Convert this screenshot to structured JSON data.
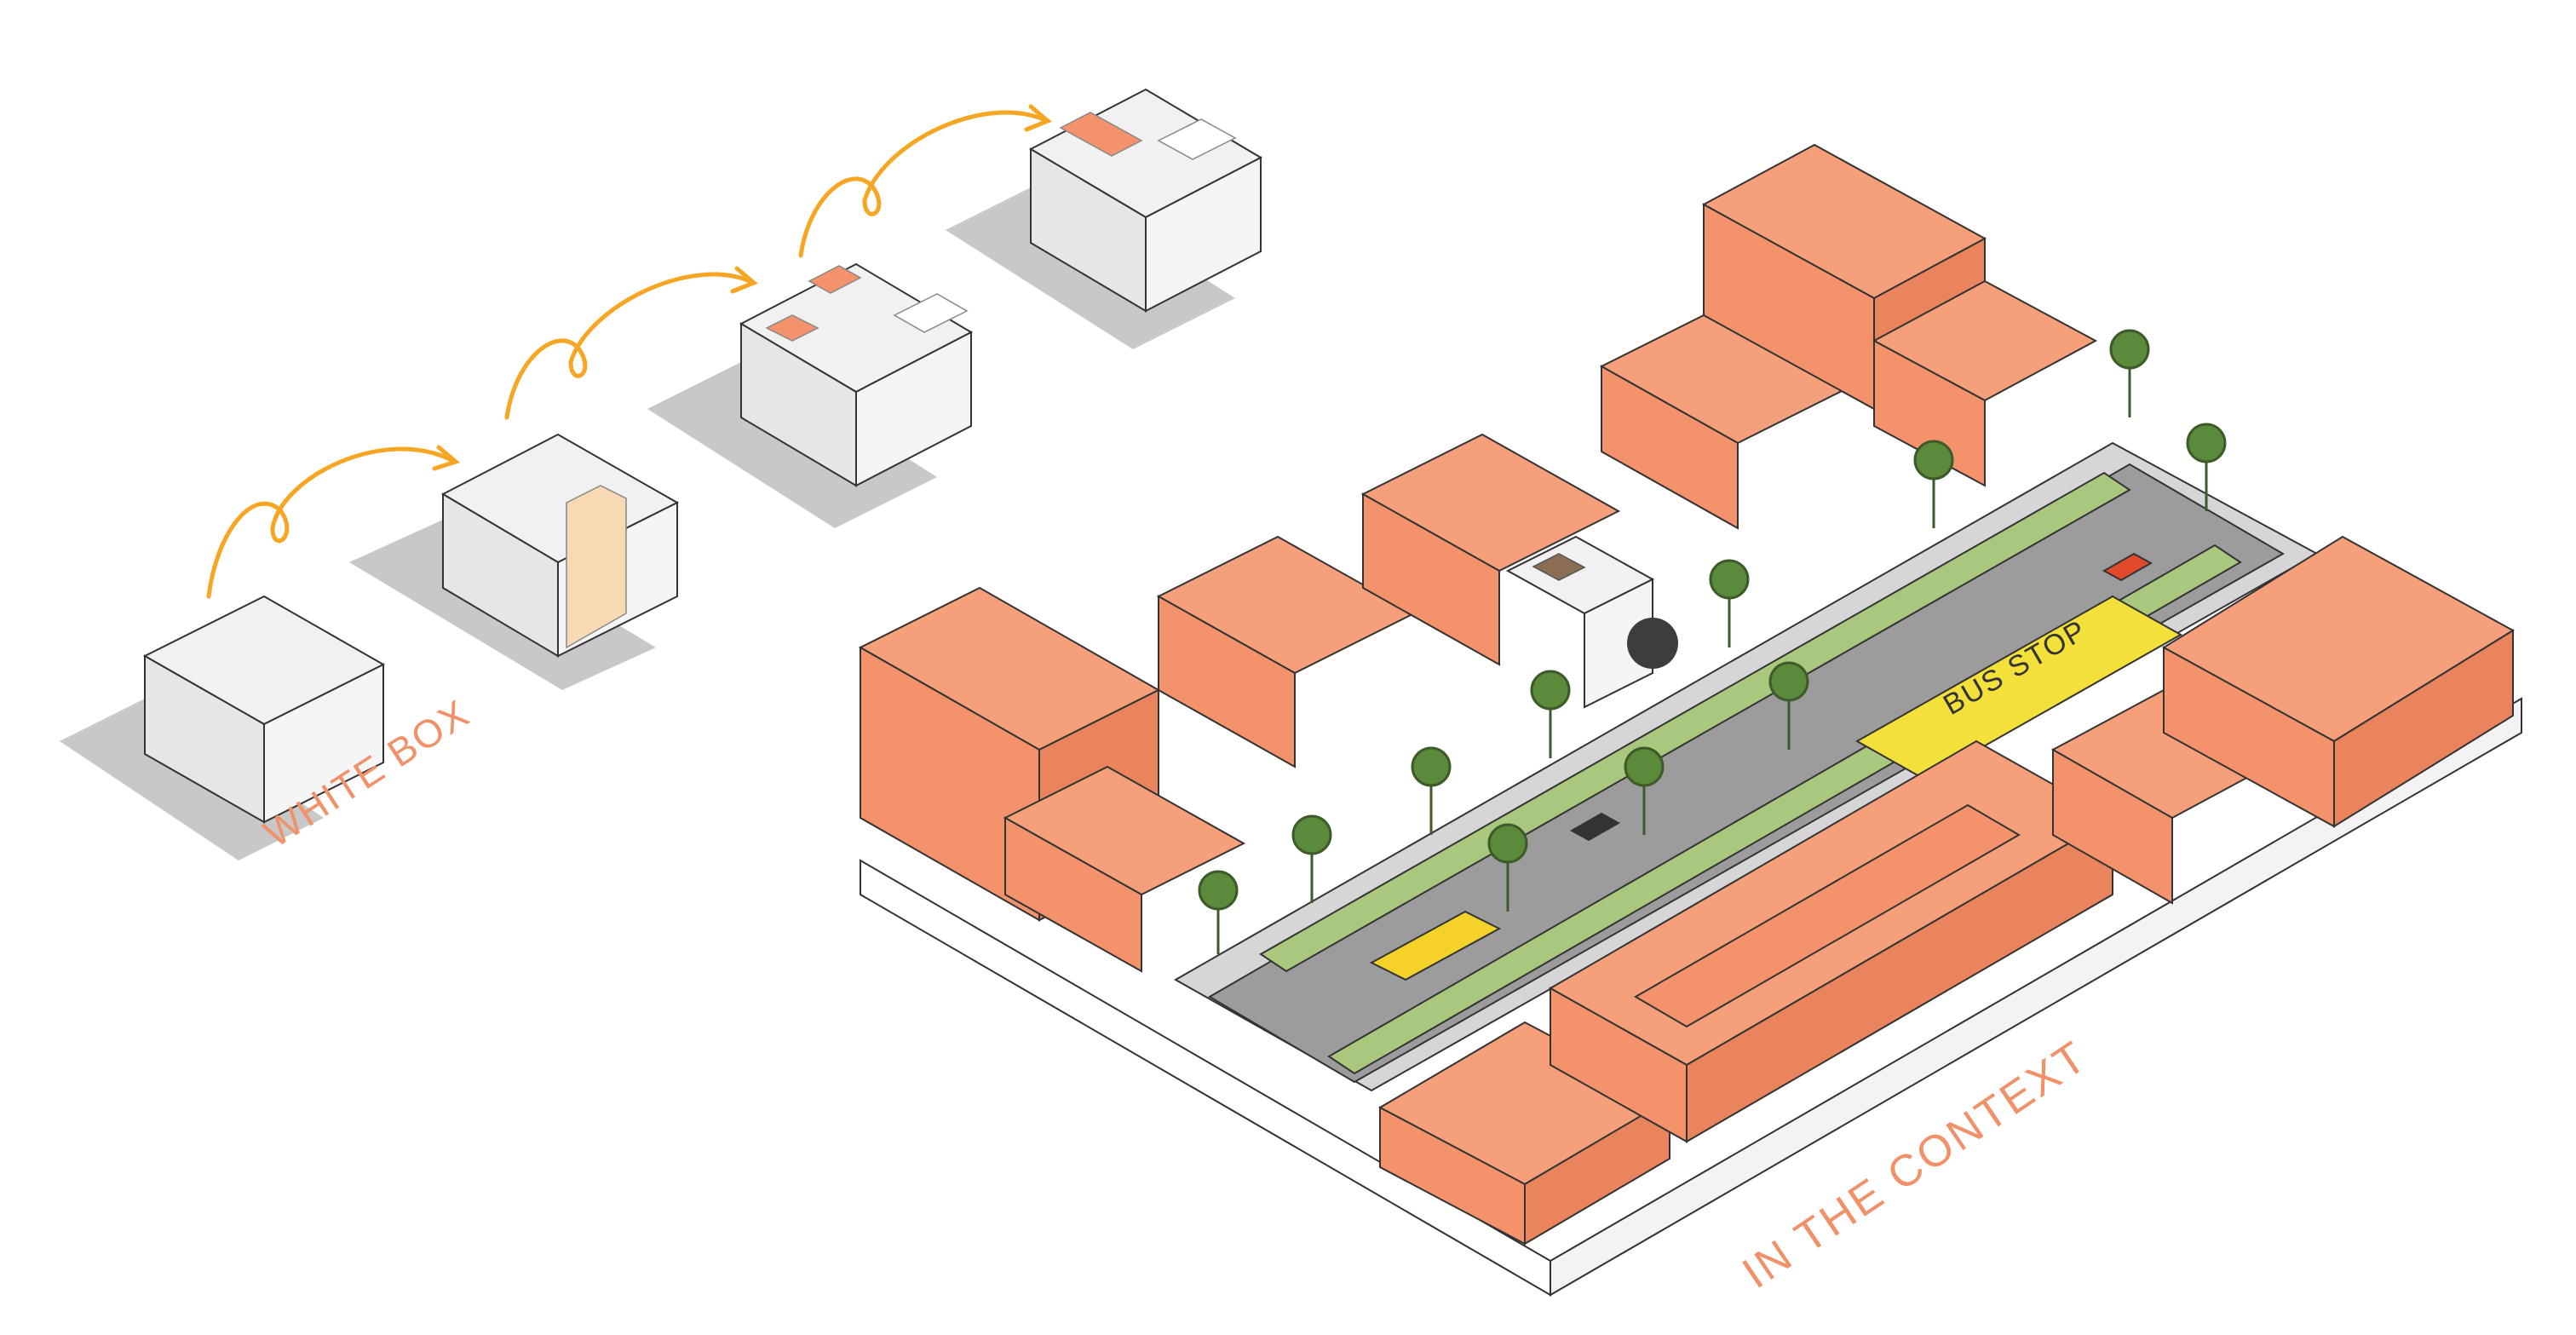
{
  "labels": {
    "white_box": "WHITE BOX",
    "in_the_context": "IN THE CONTEXT",
    "bus_stop": "BUS STOP"
  },
  "colors": {
    "building": "#f4936b",
    "building_side": "#e9845d",
    "arrow": "#f6a623",
    "road": "#9c9c9c",
    "sidewalk": "#d6d6d6",
    "grass": "#a9c87e",
    "bus_stop": "#f4e03a",
    "bus": "#f4d22a",
    "white_box": "#ececec",
    "shadow": "#c8c8c8",
    "text_accent": "#f0916a"
  },
  "diagram": {
    "steps": [
      "white-box-1",
      "white-box-2",
      "white-box-3",
      "white-box-4"
    ]
  }
}
